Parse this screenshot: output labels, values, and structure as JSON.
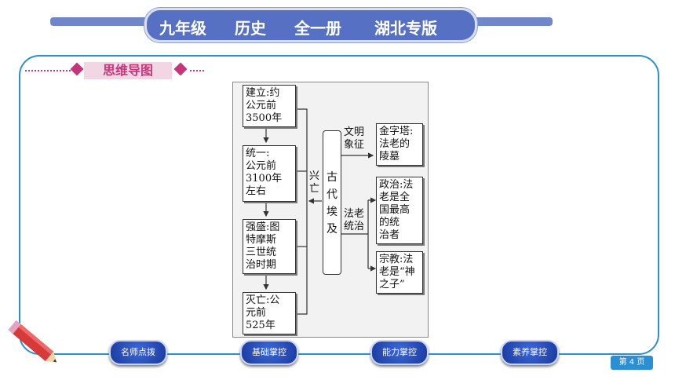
{
  "header": {
    "grade": "九年级",
    "subject": "历史",
    "volume": "全一册",
    "edition": "湖北专版"
  },
  "section_tag": "思维导图",
  "diagram": {
    "left_boxes": [
      "建立:约\n公元前\n3500年",
      "统一:\n公元前\n3100年\n左右",
      "强盛:图\n特摩斯\n三世统\n治时期",
      "灭亡:公\n元前\n525年"
    ],
    "rise_fall_label": "兴\n亡",
    "center_label": "古\n代\n埃\n及",
    "branch_civ_label": "文明\n象征",
    "branch_pharaoh_label": "法老\n统治",
    "pyramid_box": "金字塔:\n法老的\n陵墓",
    "politics_box": "政治:法\n老是全\n国最高\n的统\n治者",
    "religion_box": "宗教:法\n老是“神\n之子”"
  },
  "nav": {
    "btn1": "名师点拨",
    "btn2": "基础掌控",
    "btn3": "能力掌控",
    "btn4": "素养掌控"
  },
  "page_label": "第 4 页"
}
